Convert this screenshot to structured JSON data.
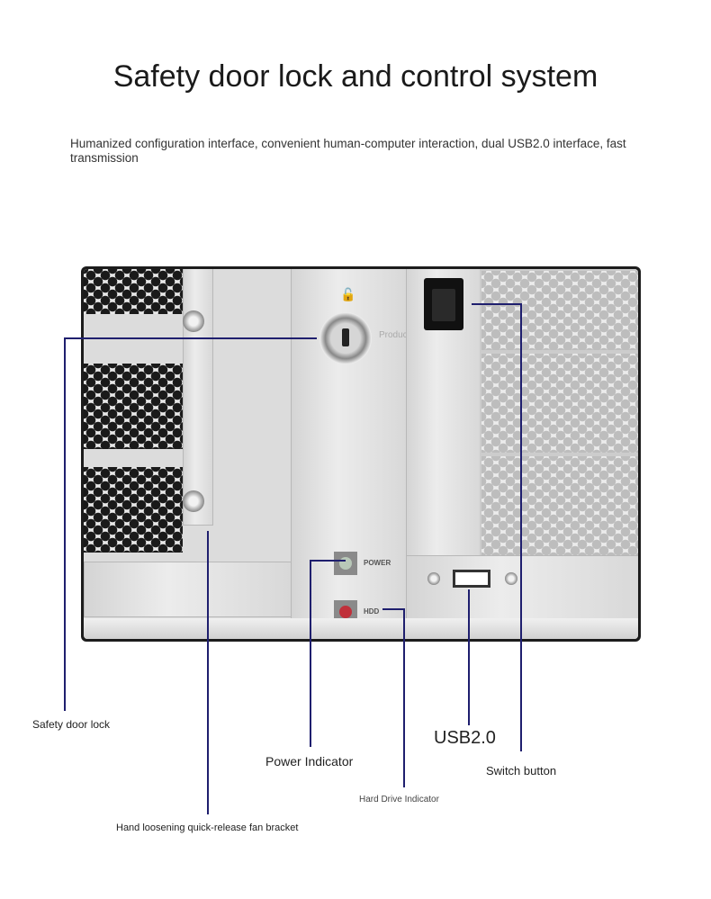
{
  "title": "Safety door lock and control system",
  "subtitle": "Humanized configuration interface, convenient human-computer interaction, dual USB2.0 interface, fast transmission",
  "panel": {
    "power_led": "POWER",
    "hdd_led": "HDD",
    "product_watermark": "Product"
  },
  "labels": {
    "safety_door_lock": "Safety door lock",
    "fan_bracket": "Hand loosening quick-release fan bracket",
    "power_indicator": "Power Indicator",
    "hard_drive_indicator": "Hard Drive Indicator",
    "usb": "USB2.0",
    "switch_button": "Switch button"
  },
  "colors": {
    "leader_line": "#1f1f6e",
    "power_led": "#b8c8b8",
    "hdd_led": "#c0303a"
  }
}
